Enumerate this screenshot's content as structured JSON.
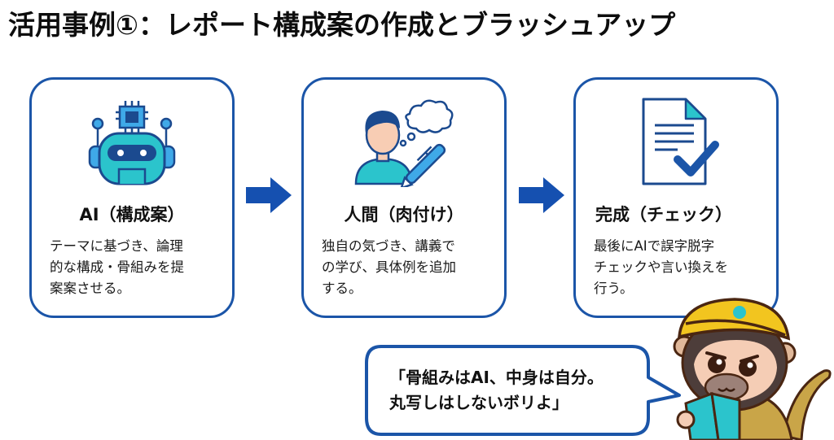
{
  "page": {
    "title": "活用事例①：レポート構成案の作成とブラッシュアップ"
  },
  "colors": {
    "border_blue": "#1b55a8",
    "arrow_blue": "#1550b0",
    "teal": "#2bc4cc",
    "light_blue": "#3fa9e8",
    "navy": "#1b4a8f",
    "skin": "#f8cdb4",
    "helmet_yellow": "#f2c51f"
  },
  "steps": [
    {
      "icon": "robot-icon",
      "heading": "AI（構成案）",
      "description_lines": [
        "テーマに基づき、論理",
        "的な構成・骨組みを提",
        "案案させる。"
      ]
    },
    {
      "icon": "person-writing-icon",
      "heading": "人間（肉付け）",
      "description_lines": [
        "独自の気づき、講義で",
        "の学び、具体例を追加",
        "する。"
      ]
    },
    {
      "icon": "document-check-icon",
      "heading": "完成（チェック）",
      "description_lines": [
        "最後にAIで誤字脱字",
        "チェックや言い換えを",
        "行う。"
      ]
    }
  ],
  "arrows": [
    "arrow-right-icon",
    "arrow-right-icon"
  ],
  "speech_bubble": {
    "lines": [
      "「骨組みはAI、中身は自分。",
      "丸写しはしないボリよ」"
    ]
  },
  "mascot": {
    "icon": "monkey-mascot-icon"
  }
}
